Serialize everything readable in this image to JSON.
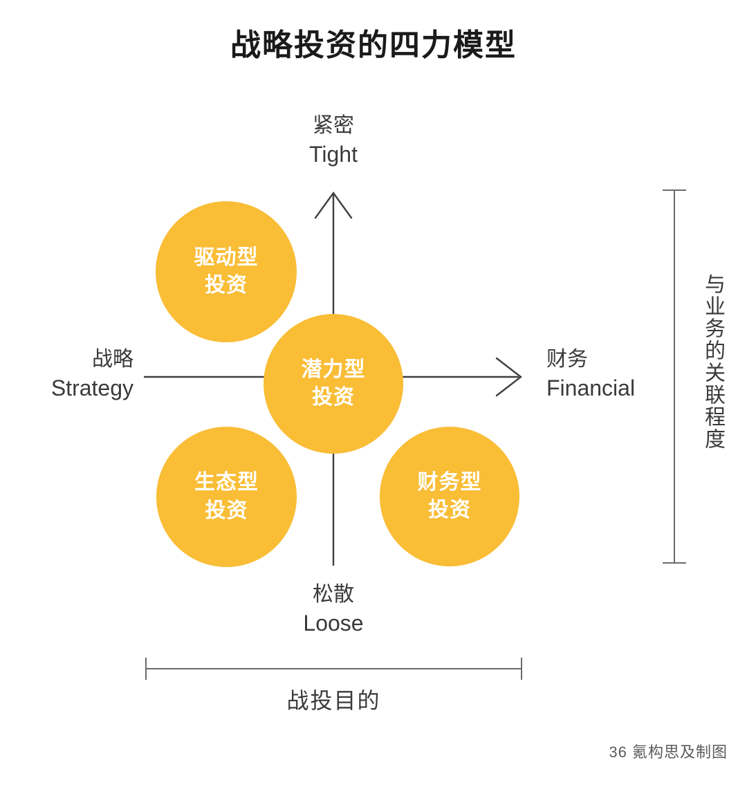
{
  "title": "战略投资的四力模型",
  "axes": {
    "top": {
      "cn": "紧密",
      "en": "Tight"
    },
    "bottom": {
      "cn": "松散",
      "en": "Loose"
    },
    "left": {
      "cn": "战略",
      "en": "Strategy"
    },
    "right": {
      "cn": "财务",
      "en": "Financial"
    }
  },
  "bubbles": [
    {
      "id": "drive",
      "line1": "驱动型",
      "line2": "投资",
      "quadrant": "top-left"
    },
    {
      "id": "core",
      "line1": "潜力型",
      "line2": "投资",
      "quadrant": "center"
    },
    {
      "id": "eco",
      "line1": "生态型",
      "line2": "投资",
      "quadrant": "bottom-left"
    },
    {
      "id": "finance",
      "line1": "财务型",
      "line2": "投资",
      "quadrant": "bottom-right"
    }
  ],
  "brackets": {
    "vertical_right": "与业务的关联程度",
    "horizontal_bottom": "战投目的"
  },
  "credit": "36 氪构思及制图",
  "colors": {
    "bubble_fill": "#f9bd36",
    "bubble_text": "#ffffff",
    "axis_line": "#3f3f3f",
    "bracket_line": "#6a6a6a",
    "title_text": "#1a1a1a",
    "label_text": "#3a3a3a",
    "background": "#ffffff"
  },
  "chart_data": {
    "type": "scatter",
    "title": "战略投资的四力模型",
    "xlabel": "战投目的",
    "ylabel": "与业务的关联程度",
    "x_axis": {
      "low": "战略 Strategy",
      "high": "财务 Financial"
    },
    "y_axis": {
      "low": "松散 Loose",
      "high": "紧密 Tight"
    },
    "points": [
      {
        "label": "驱动型投资",
        "x": "战略",
        "y": "紧密"
      },
      {
        "label": "潜力型投资",
        "x": "中性",
        "y": "中性"
      },
      {
        "label": "生态型投资",
        "x": "战略",
        "y": "松散"
      },
      {
        "label": "财务型投资",
        "x": "财务",
        "y": "松散"
      }
    ],
    "legend": [],
    "grid": false
  }
}
